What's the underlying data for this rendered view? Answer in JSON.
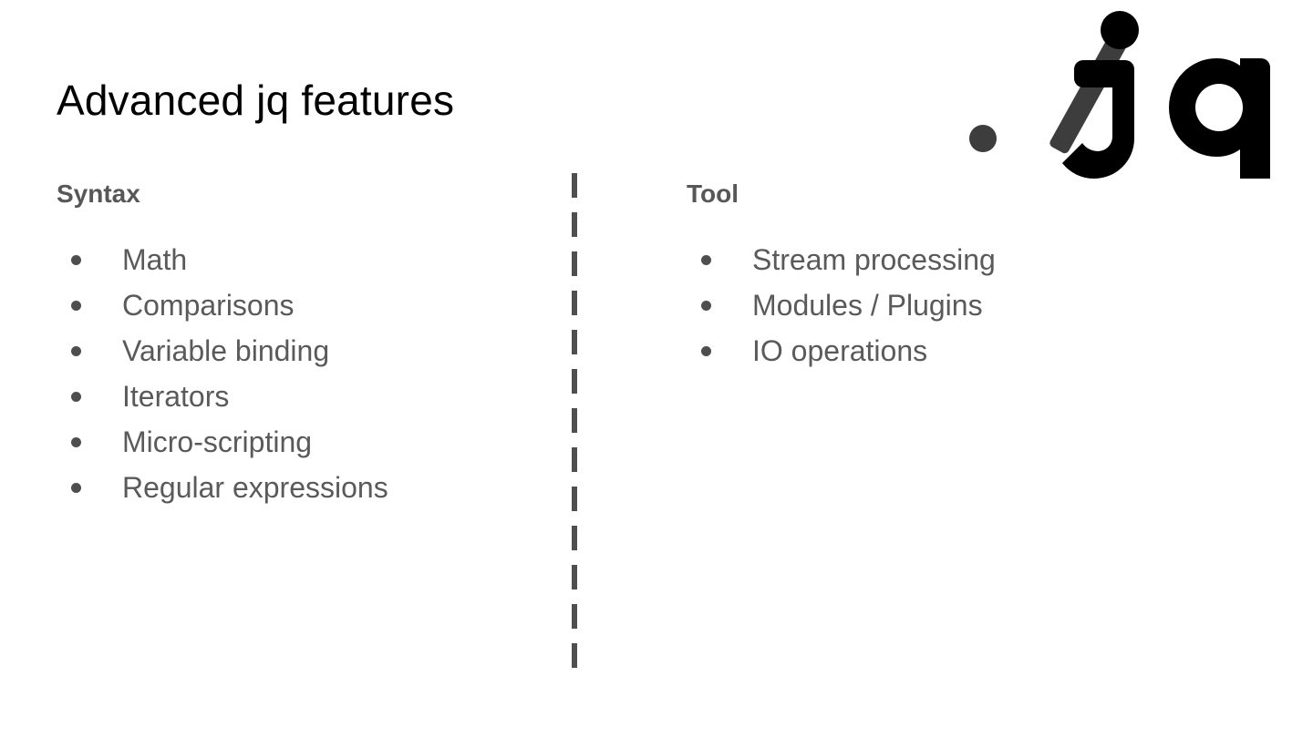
{
  "slide": {
    "title": "Advanced jq features",
    "background_color": "#ffffff",
    "title_color": "#000000",
    "heading_color": "#575757",
    "body_color": "#5a5a5a",
    "bullet_color": "#4e4e4e",
    "divider_color": "#4f4f4f"
  },
  "columns": {
    "left": {
      "heading": "Syntax",
      "items": [
        "Math",
        "Comparisons",
        "Variable binding",
        "Iterators",
        "Micro-scripting",
        "Regular expressions"
      ]
    },
    "right": {
      "heading": "Tool",
      "items": [
        "Stream processing",
        "Modules / Plugins",
        "IO operations"
      ]
    }
  },
  "logo": {
    "name": "jq-logo",
    "text": "./jq",
    "dot_color": "#3d3d3d",
    "slash_color": "#3d3d3d",
    "letters_color": "#000000",
    "letters": "jq"
  }
}
